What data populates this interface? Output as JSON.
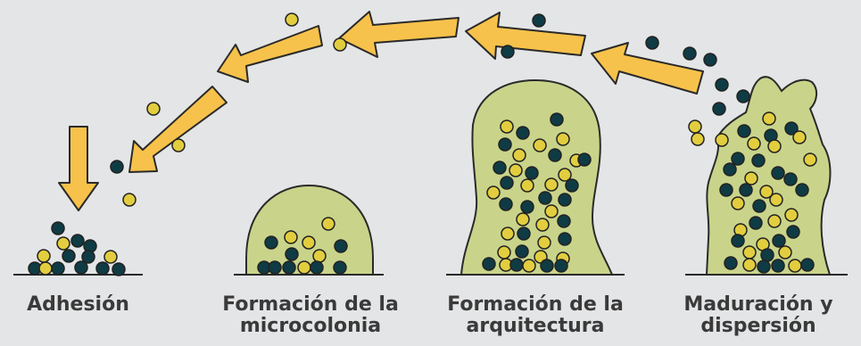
{
  "stages": [
    {
      "id": "adhesion",
      "label": "Adhesión",
      "label_lines": [
        "Adhesión"
      ]
    },
    {
      "id": "microcolonia",
      "label": "Formación de la microcolonia",
      "label_lines": [
        "Formación de la",
        "microcolonia"
      ]
    },
    {
      "id": "arquitectura",
      "label": "Formación de la arquitectura",
      "label_lines": [
        "Formación de la",
        "arquitectura"
      ]
    },
    {
      "id": "maduracion",
      "label": "Maduración y dispersión",
      "label_lines": [
        "Maduración y",
        "dispersión"
      ]
    }
  ],
  "colors": {
    "background": "#e4e5e6",
    "biofilm": "#c9d48a",
    "outline": "#2a2a2a",
    "arrow": "#f7c24b",
    "cell_dark": "#0f3b44",
    "cell_yellow": "#e2cd3f",
    "text": "#3a3a3a"
  }
}
